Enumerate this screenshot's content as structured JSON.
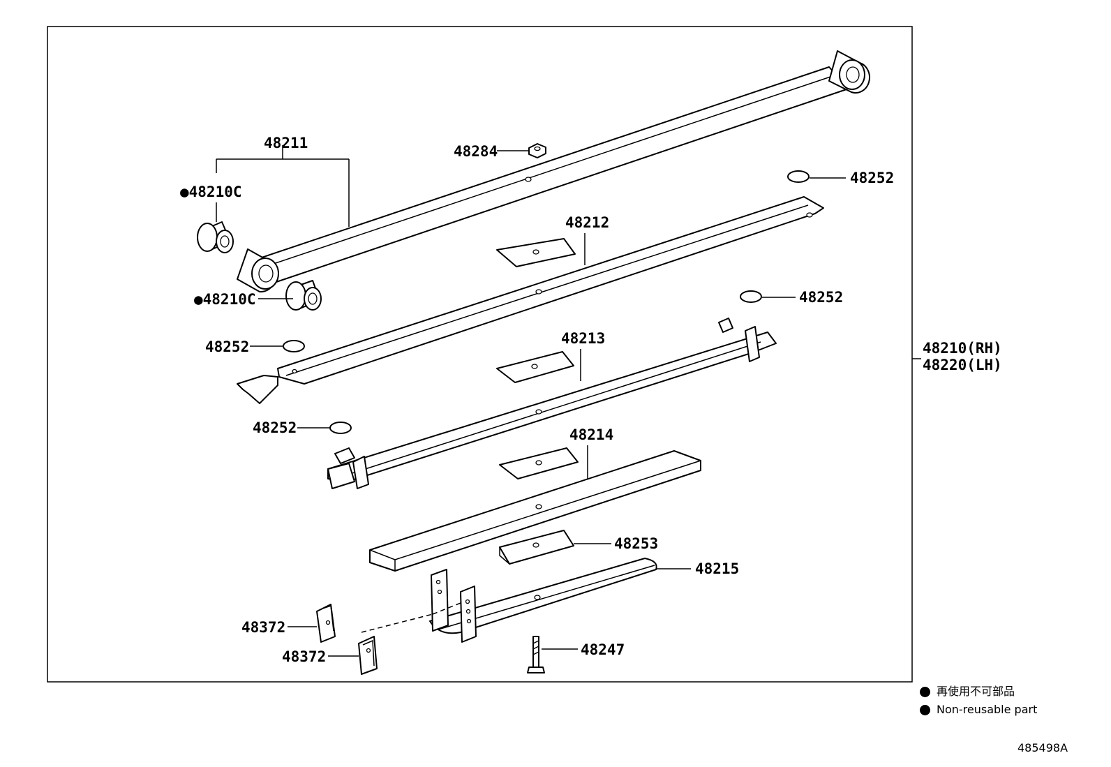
{
  "diagram": {
    "drawing_code": "485498A",
    "labels": {
      "p48211": "48211",
      "p48210c_top": "●48210C",
      "p48210c_bottom": "●48210C",
      "p48284": "48284",
      "p48212": "48212",
      "p48252_a": "48252",
      "p48252_b": "48252",
      "p48252_c": "48252",
      "p48252_d": "48252",
      "p48213": "48213",
      "p48214": "48214",
      "p48253": "48253",
      "p48215": "48215",
      "p48372_a": "48372",
      "p48372_b": "48372",
      "p48247": "48247",
      "p48210_rh": "48210(RH)",
      "p48220_lh": "48220(LH)"
    },
    "legend": [
      {
        "text": "再使用不可部品",
        "icon": "filled-circle"
      },
      {
        "text": "Non-reusable part",
        "icon": "filled-circle"
      }
    ]
  }
}
